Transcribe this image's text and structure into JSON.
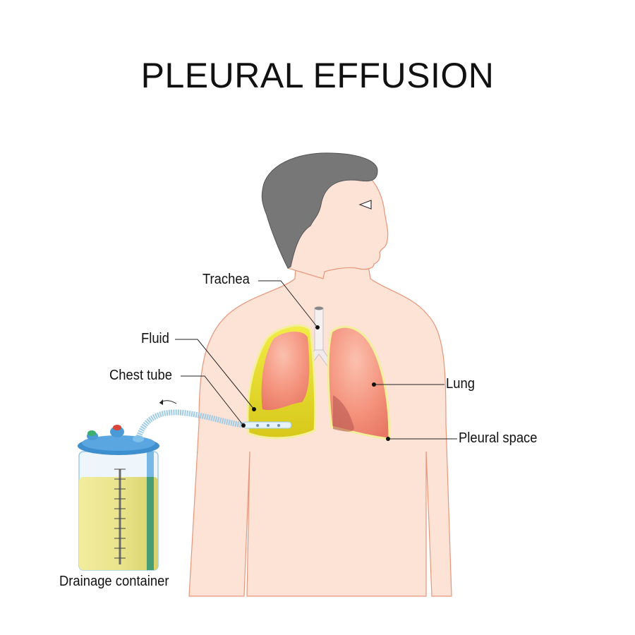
{
  "title": "PLEURAL EFFUSION",
  "labels": {
    "trachea": "Trachea",
    "fluid": "Fluid",
    "chest_tube": "Chest tube",
    "lung": "Lung",
    "pleural_space": "Pleural space",
    "drainage_container": "Drainage container"
  },
  "colors": {
    "skin": "#fde2d6",
    "skin_outline": "#e8967a",
    "hair": "#777777",
    "lung": "#f2907a",
    "fluid": "#e9e236",
    "tube": "#b9dcef",
    "container_cap": "#4a9ad6",
    "container_fluid": "#eee79a"
  }
}
